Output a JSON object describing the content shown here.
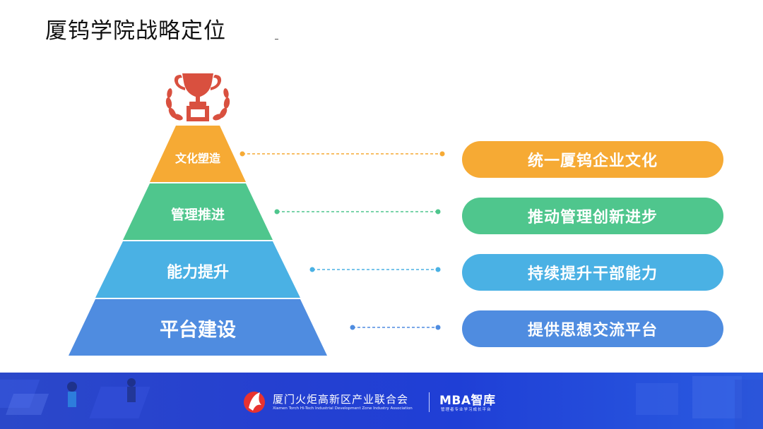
{
  "title": "厦钨学院战略定位",
  "pyramid": {
    "tiers": [
      {
        "label": "文化塑造",
        "color": "#f6aa34"
      },
      {
        "label": "管理推进",
        "color": "#4fc68d"
      },
      {
        "label": "能力提升",
        "color": "#4ab1e4"
      },
      {
        "label": "平台建设",
        "color": "#4f8ce0"
      }
    ]
  },
  "goals": [
    {
      "label": "统一厦钨企业文化",
      "color": "#f6aa34"
    },
    {
      "label": "推动管理创新进步",
      "color": "#4fc68d"
    },
    {
      "label": "持续提升干部能力",
      "color": "#4ab1e4"
    },
    {
      "label": "提供思想交流平台",
      "color": "#4f8ce0"
    }
  ],
  "footer": {
    "org_name": "厦门火炬高新区产业联合会",
    "org_name_en": "Xiamen Torch Hi-Tech Industrial Development Zone Industry Association",
    "brand": "MBA智库",
    "brand_sub": "管理者专业学习成长平台",
    "bg_color": "#2540d0"
  },
  "icons": {
    "trophy": "trophy-icon",
    "laurel": "laurel-icon",
    "logo": "torch-logo-icon"
  }
}
